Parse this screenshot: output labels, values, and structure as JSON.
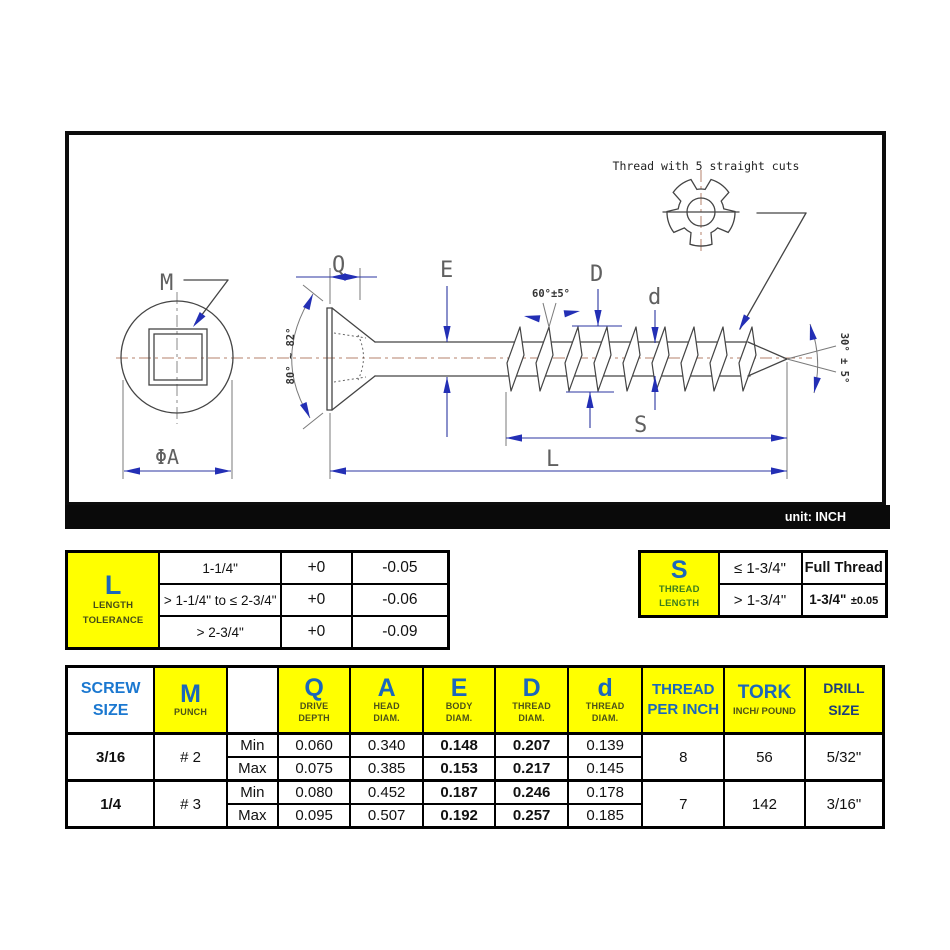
{
  "drawing": {
    "labels": {
      "m": "M",
      "q": "Q",
      "e": "E",
      "d_major": "D",
      "d_minor": "d",
      "s": "S",
      "l": "L",
      "phi_a": "ΦA",
      "head_angle": "80° ~ 82°",
      "flank_angle": "60°±5°",
      "tip_angle": "30° ± 5°",
      "cuts_note": "Thread with 5 straight cuts"
    },
    "unit_label": "unit: INCH"
  },
  "l_table": {
    "header_letter": "L",
    "header_label_1": "LENGTH",
    "header_label_2": "TOLERANCE",
    "rows": [
      {
        "range": "1-1/4\"",
        "plus": "+0",
        "minus": "-0.05"
      },
      {
        "range": "> 1-1/4\" to ≤ 2-3/4\"",
        "plus": "+0",
        "minus": "-0.06"
      },
      {
        "range": "> 2-3/4\"",
        "plus": "+0",
        "minus": "-0.09"
      }
    ]
  },
  "s_table": {
    "header_letter": "S",
    "header_label_1": "THREAD",
    "header_label_2": "LENGTH",
    "rows": [
      {
        "range": "≤ 1-3/4\"",
        "value": "Full Thread",
        "value_tol": ""
      },
      {
        "range": "> 1-3/4\"",
        "value": "1-3/4\"",
        "value_tol": "±0.05"
      }
    ]
  },
  "main_table": {
    "headers": {
      "screw_size_1": "SCREW",
      "screw_size_2": "SIZE",
      "m": "M",
      "m_sub": "PUNCH",
      "q": "Q",
      "q_sub1": "DRIVE",
      "q_sub2": "DEPTH",
      "a": "A",
      "a_sub1": "HEAD",
      "a_sub2": "DIAM.",
      "e": "E",
      "e_sub1": "BODY",
      "e_sub2": "DIAM.",
      "d_major": "D",
      "d_major_sub1": "THREAD",
      "d_major_sub2": "DIAM.",
      "d_minor": "d",
      "d_minor_sub1": "THREAD",
      "d_minor_sub2": "DIAM.",
      "tpi_1": "THREAD",
      "tpi_2": "PER INCH",
      "tork": "TORK",
      "tork_sub": "INCH/ POUND",
      "drill_1": "DRILL",
      "drill_2": "SIZE"
    },
    "min_label": "Min",
    "max_label": "Max",
    "rows": [
      {
        "size": "3/16",
        "punch": "# 2",
        "min": {
          "q": "0.060",
          "a": "0.340",
          "e": "0.148",
          "d_major": "0.207",
          "d_minor": "0.139"
        },
        "max": {
          "q": "0.075",
          "a": "0.385",
          "e": "0.153",
          "d_major": "0.217",
          "d_minor": "0.145"
        },
        "tpi": "8",
        "tork": "56",
        "drill": "5/32\""
      },
      {
        "size": "1/4",
        "punch": "# 3",
        "min": {
          "q": "0.080",
          "a": "0.452",
          "e": "0.187",
          "d_major": "0.246",
          "d_minor": "0.178"
        },
        "max": {
          "q": "0.095",
          "a": "0.507",
          "e": "0.192",
          "d_major": "0.257",
          "d_minor": "0.185"
        },
        "tpi": "7",
        "tork": "142",
        "drill": "3/16\""
      }
    ]
  },
  "colors": {
    "table_yellow": "#ffff00",
    "header_blue": "#1b67bb",
    "sub_olive": "#4c5218",
    "sub_green": "#3c7d1e",
    "drill_navy": "#1d3f7a",
    "dim_blue": "#232fb5",
    "centerline_brown": "#b5806b"
  }
}
